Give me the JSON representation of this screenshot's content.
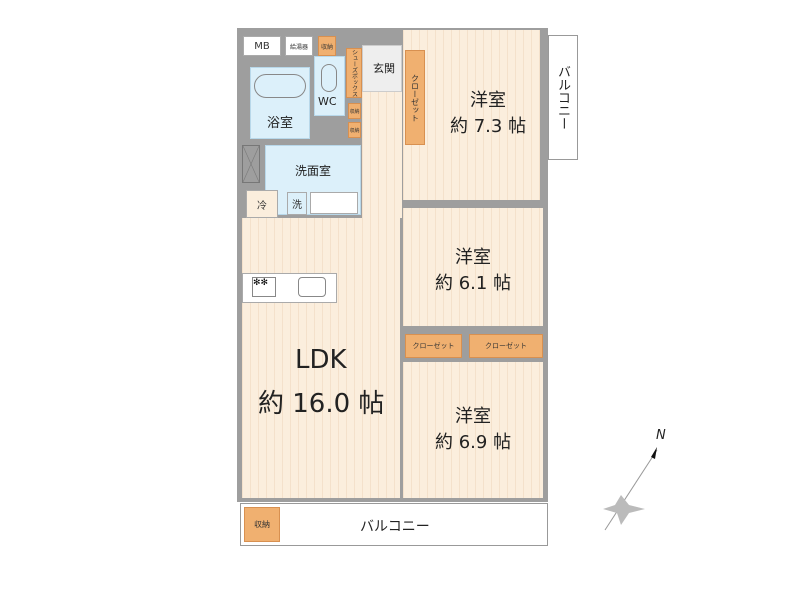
{
  "rooms": {
    "mb": "MB",
    "water_heater": "給湯器",
    "storage": "収納",
    "shoe_box": "シューズボックス",
    "entrance": "玄関",
    "bath": "浴室",
    "wc": "WC",
    "washroom": "洗面室",
    "fridge": "冷",
    "washer": "洗",
    "closet": "クローゼット",
    "western1": {
      "name": "洋室",
      "size": "約 7.3 帖"
    },
    "western2": {
      "name": "洋室",
      "size": "約 6.1 帖"
    },
    "western3": {
      "name": "洋室",
      "size": "約 6.9 帖"
    },
    "ldk": {
      "name": "LDK",
      "size": "約 16.0 帖"
    },
    "balcony": "バルコニー"
  },
  "compass": {
    "label": "N"
  },
  "colors": {
    "wall": "#9e9e9e",
    "floor": "#fbeedd",
    "wet": "#dcf0fa",
    "storage": "#f0b070"
  }
}
